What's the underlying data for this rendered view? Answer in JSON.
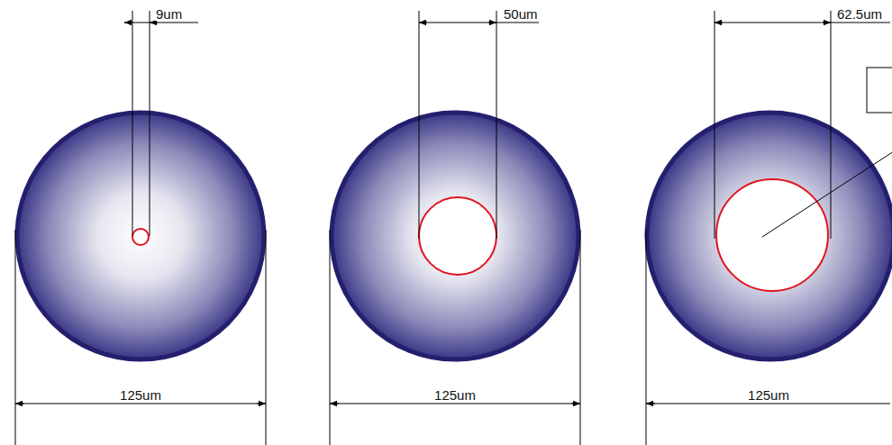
{
  "diagram": {
    "labels": [
      "9um",
      "50um",
      "62.5um",
      "125um",
      "125um",
      "125um"
    ]
  }
}
